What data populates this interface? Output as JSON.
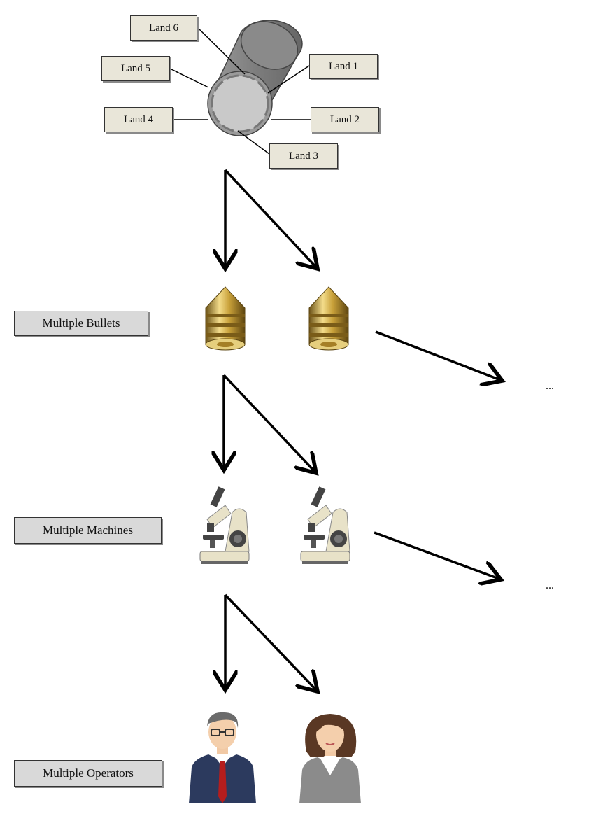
{
  "lands": [
    {
      "id": "land6",
      "label": "Land 6"
    },
    {
      "id": "land5",
      "label": "Land 5"
    },
    {
      "id": "land4",
      "label": "Land 4"
    },
    {
      "id": "land1",
      "label": "Land 1"
    },
    {
      "id": "land2",
      "label": "Land 2"
    },
    {
      "id": "land3",
      "label": "Land 3"
    }
  ],
  "levels": {
    "bullets": {
      "label": "Multiple Bullets",
      "icon": "bullet-icon"
    },
    "machines": {
      "label": "Multiple Machines",
      "icon": "microscope-icon"
    },
    "operators": {
      "label": "Multiple Operators",
      "icons": [
        "male-operator-icon",
        "female-operator-icon"
      ]
    }
  },
  "continuation": {
    "bullets": "...",
    "machines": "..."
  },
  "colors": {
    "land_box": "#e9e6d9",
    "category_box": "#d9d9d9",
    "barrel": "#8c8c8c",
    "brass": "#c9a13a",
    "arrow": "#000000"
  }
}
